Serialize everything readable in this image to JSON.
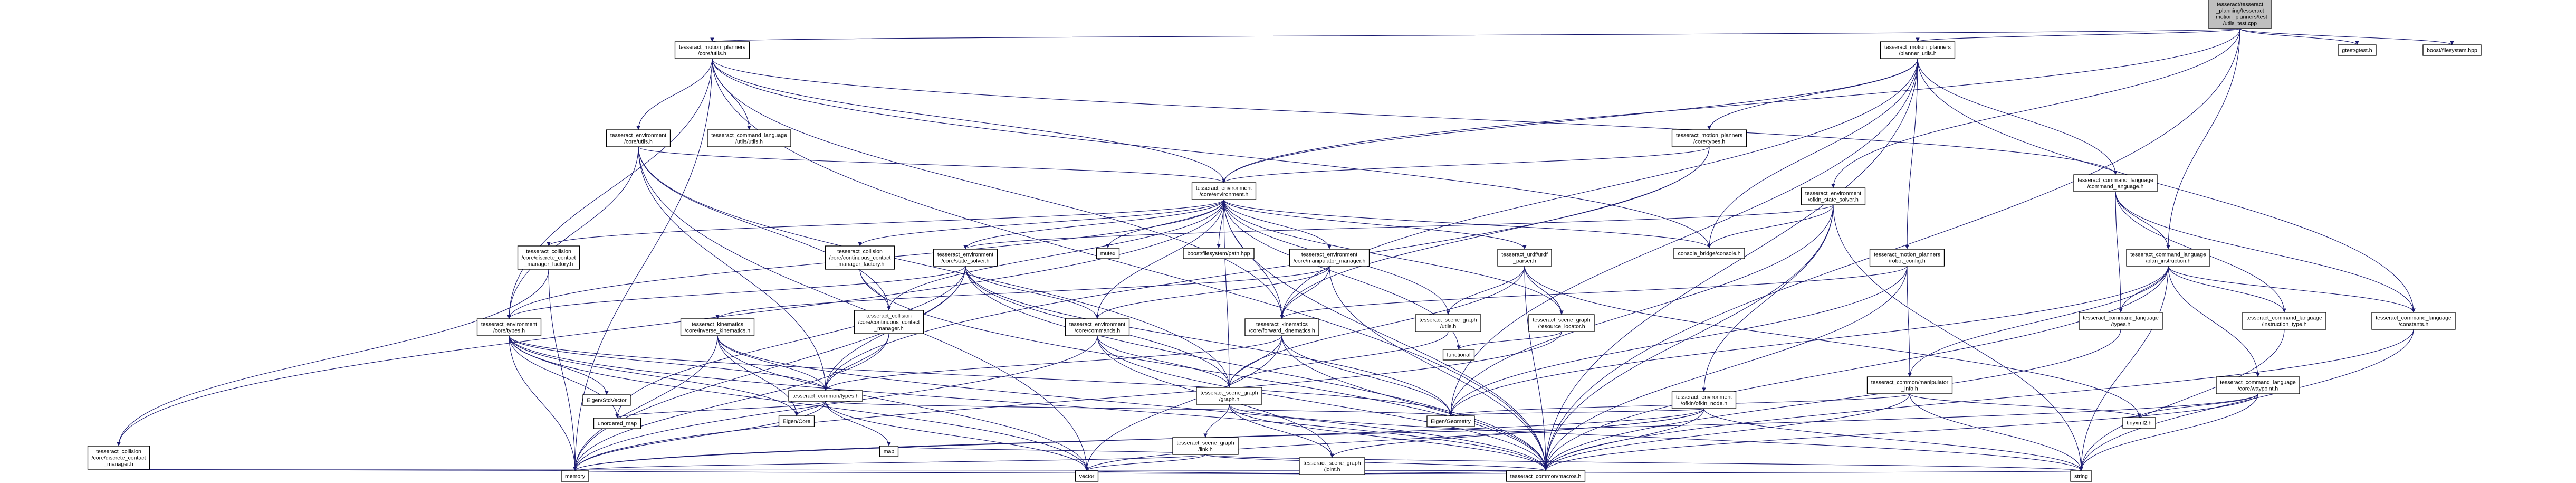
{
  "colors": {
    "edge": "#191970",
    "red_border": "#ff0000",
    "gray_border": "#bfbfbf",
    "root_fill": "#bfbfbf",
    "fill": "#ffffff"
  },
  "nodes": [
    {
      "id": "root",
      "lines": [
        "tesseract/tesseract",
        "_planning/tesseract",
        "_motion_planners/test",
        "/utils_test.cpp"
      ],
      "style": "root"
    },
    {
      "id": "mp_core_utils",
      "lines": [
        "tesseract_motion_planners",
        "/core/utils.h"
      ],
      "style": "black"
    },
    {
      "id": "mp_planner_utils",
      "lines": [
        "tesseract_motion_planners",
        "/planner_utils.h"
      ],
      "style": "black"
    },
    {
      "id": "gtest",
      "lines": [
        "gtest/gtest.h"
      ],
      "style": "gray"
    },
    {
      "id": "boost_fs",
      "lines": [
        "boost/filesystem.hpp"
      ],
      "style": "gray"
    },
    {
      "id": "env_core_utils",
      "lines": [
        "tesseract_environment",
        "/core/utils.h"
      ],
      "style": "red"
    },
    {
      "id": "cl_utils",
      "lines": [
        "tesseract_command_language",
        "/utils/utils.h"
      ],
      "style": "red"
    },
    {
      "id": "mp_core_types",
      "lines": [
        "tesseract_motion_planners",
        "/core/types.h"
      ],
      "style": "red"
    },
    {
      "id": "env_ofkin",
      "lines": [
        "tesseract_environment",
        "/ofkin_state_solver.h"
      ],
      "style": "black"
    },
    {
      "id": "cl_command_language",
      "lines": [
        "tesseract_command_language",
        "/command_language.h"
      ],
      "style": "red"
    },
    {
      "id": "env_environment",
      "lines": [
        "tesseract_environment",
        "/core/environment.h"
      ],
      "style": "black"
    },
    {
      "id": "coll_discrete_factory",
      "lines": [
        "tesseract_collision",
        "/core/discrete_contact",
        "_manager_factory.h"
      ],
      "style": "black"
    },
    {
      "id": "coll_continuous_factory",
      "lines": [
        "tesseract_collision",
        "/core/continuous_contact",
        "_manager_factory.h"
      ],
      "style": "black"
    },
    {
      "id": "env_state_solver",
      "lines": [
        "tesseract_environment",
        "/core/state_solver.h"
      ],
      "style": "black"
    },
    {
      "id": "mutex",
      "lines": [
        "mutex"
      ],
      "style": "gray"
    },
    {
      "id": "boost_path",
      "lines": [
        "boost/filesystem/path.hpp"
      ],
      "style": "gray"
    },
    {
      "id": "env_manip_mgr",
      "lines": [
        "tesseract_environment",
        "/core/manipulator_manager.h"
      ],
      "style": "red"
    },
    {
      "id": "urdf_parser",
      "lines": [
        "tesseract_urdf/urdf",
        "_parser.h"
      ],
      "style": "red"
    },
    {
      "id": "console_bridge",
      "lines": [
        "console_bridge/console.h"
      ],
      "style": "gray"
    },
    {
      "id": "mp_robot_config",
      "lines": [
        "tesseract_motion_planners",
        "/robot_config.h"
      ],
      "style": "black"
    },
    {
      "id": "cl_plan_instruction",
      "lines": [
        "tesseract_command_language",
        "/plan_instruction.h"
      ],
      "style": "black"
    },
    {
      "id": "coll_continuous_mgr",
      "lines": [
        "tesseract_collision",
        "/core/continuous_contact",
        "_manager.h"
      ],
      "style": "red"
    },
    {
      "id": "env_commands",
      "lines": [
        "tesseract_environment",
        "/core/commands.h"
      ],
      "style": "red"
    },
    {
      "id": "kin_forward",
      "lines": [
        "tesseract_kinematics",
        "/core/forward_kinematics.h"
      ],
      "style": "red"
    },
    {
      "id": "sg_utils",
      "lines": [
        "tesseract_scene_graph",
        "/utils.h"
      ],
      "style": "red"
    },
    {
      "id": "sg_resource",
      "lines": [
        "tesseract_scene_graph",
        "/resource_locator.h"
      ],
      "style": "red"
    },
    {
      "id": "cl_types",
      "lines": [
        "tesseract_command_language",
        "/types.h"
      ],
      "style": "black"
    },
    {
      "id": "cl_instruction_type",
      "lines": [
        "tesseract_command_language",
        "/instruction_type.h"
      ],
      "style": "black"
    },
    {
      "id": "cl_constants",
      "lines": [
        "tesseract_command_language",
        "/constants.h"
      ],
      "style": "black"
    },
    {
      "id": "env_types",
      "lines": [
        "tesseract_environment",
        "/core/types.h"
      ],
      "style": "black"
    },
    {
      "id": "kin_inverse",
      "lines": [
        "tesseract_kinematics",
        "/core/inverse_kinematics.h"
      ],
      "style": "red"
    },
    {
      "id": "functional",
      "lines": [
        "functional"
      ],
      "style": "gray"
    },
    {
      "id": "common_manip_info",
      "lines": [
        "tesseract_common/manipulator",
        "_info.h"
      ],
      "style": "red"
    },
    {
      "id": "cl_waypoint",
      "lines": [
        "tesseract_command_language",
        "/core/waypoint.h"
      ],
      "style": "red"
    },
    {
      "id": "common_types",
      "lines": [
        "tesseract_common/types.h"
      ],
      "style": "black"
    },
    {
      "id": "sg_graph",
      "lines": [
        "tesseract_scene_graph",
        "/graph.h"
      ],
      "style": "red"
    },
    {
      "id": "env_ofkin_node",
      "lines": [
        "tesseract_environment",
        "/ofkin/ofkin_node.h"
      ],
      "style": "black"
    },
    {
      "id": "eigen_stdvector",
      "lines": [
        "Eigen/StdVector"
      ],
      "style": "gray"
    },
    {
      "id": "unordered_map",
      "lines": [
        "unordered_map"
      ],
      "style": "gray"
    },
    {
      "id": "eigen_core",
      "lines": [
        "Eigen/Core"
      ],
      "style": "gray"
    },
    {
      "id": "eigen_geometry",
      "lines": [
        "Eigen/Geometry"
      ],
      "style": "gray"
    },
    {
      "id": "tinyxml2",
      "lines": [
        "tinyxml2.h"
      ],
      "style": "gray"
    },
    {
      "id": "sg_link",
      "lines": [
        "tesseract_scene_graph",
        "/link.h"
      ],
      "style": "red"
    },
    {
      "id": "coll_discrete_mgr",
      "lines": [
        "tesseract_collision",
        "/core/discrete_contact",
        "_manager.h"
      ],
      "style": "red"
    },
    {
      "id": "map",
      "lines": [
        "map"
      ],
      "style": "gray"
    },
    {
      "id": "sg_joint",
      "lines": [
        "tesseract_scene_graph",
        "/joint.h"
      ],
      "style": "red"
    },
    {
      "id": "memory",
      "lines": [
        "memory"
      ],
      "style": "gray"
    },
    {
      "id": "vector",
      "lines": [
        "vector"
      ],
      "style": "gray"
    },
    {
      "id": "common_macros",
      "lines": [
        "tesseract_common/macros.h"
      ],
      "style": "black"
    },
    {
      "id": "string",
      "lines": [
        "string"
      ],
      "style": "gray"
    }
  ],
  "edges": [
    [
      "root",
      "mp_core_utils"
    ],
    [
      "root",
      "mp_planner_utils"
    ],
    [
      "root",
      "gtest"
    ],
    [
      "root",
      "boost_fs"
    ],
    [
      "root",
      "env_environment"
    ],
    [
      "root",
      "env_ofkin"
    ],
    [
      "root",
      "cl_plan_instruction"
    ],
    [
      "root",
      "common_macros"
    ],
    [
      "mp_core_utils",
      "env_core_utils"
    ],
    [
      "mp_core_utils",
      "cl_utils"
    ],
    [
      "mp_core_utils",
      "env_environment"
    ],
    [
      "mp_core_utils",
      "memory"
    ],
    [
      "mp_core_utils",
      "console_bridge"
    ],
    [
      "mp_core_utils",
      "cl_command_language"
    ],
    [
      "mp_core_utils",
      "env_types"
    ],
    [
      "mp_core_utils",
      "kin_forward"
    ],
    [
      "mp_core_utils",
      "common_macros"
    ],
    [
      "mp_planner_utils",
      "mp_core_types"
    ],
    [
      "mp_planner_utils",
      "cl_command_language"
    ],
    [
      "mp_planner_utils",
      "mp_robot_config"
    ],
    [
      "mp_planner_utils",
      "env_environment"
    ],
    [
      "mp_planner_utils",
      "kin_forward"
    ],
    [
      "mp_planner_utils",
      "eigen_geometry"
    ],
    [
      "mp_planner_utils",
      "cl_constants"
    ],
    [
      "mp_planner_utils",
      "common_macros"
    ],
    [
      "mp_planner_utils",
      "console_bridge"
    ],
    [
      "mp_core_types",
      "env_environment"
    ],
    [
      "mp_core_types",
      "common_types"
    ],
    [
      "mp_core_types",
      "kin_forward"
    ],
    [
      "env_core_utils",
      "env_environment"
    ],
    [
      "env_core_utils",
      "common_types"
    ],
    [
      "env_core_utils",
      "env_types"
    ],
    [
      "env_core_utils",
      "coll_continuous_mgr"
    ],
    [
      "env_core_utils",
      "vector"
    ],
    [
      "env_core_utils",
      "sg_graph"
    ],
    [
      "cl_command_language",
      "cl_plan_instruction"
    ],
    [
      "cl_command_language",
      "cl_types"
    ],
    [
      "cl_command_language",
      "cl_instruction_type"
    ],
    [
      "cl_command_language",
      "cl_constants"
    ],
    [
      "env_ofkin",
      "env_state_solver"
    ],
    [
      "env_ofkin",
      "env_ofkin_node"
    ],
    [
      "env_ofkin",
      "common_macros"
    ],
    [
      "env_ofkin",
      "console_bridge"
    ],
    [
      "env_ofkin",
      "eigen_geometry"
    ],
    [
      "env_ofkin",
      "string"
    ],
    [
      "env_environment",
      "coll_discrete_factory"
    ],
    [
      "env_environment",
      "coll_continuous_factory"
    ],
    [
      "env_environment",
      "env_state_solver"
    ],
    [
      "env_environment",
      "mutex"
    ],
    [
      "env_environment",
      "boost_path"
    ],
    [
      "env_environment",
      "env_manip_mgr"
    ],
    [
      "env_environment",
      "urdf_parser"
    ],
    [
      "env_environment",
      "console_bridge"
    ],
    [
      "env_environment",
      "env_commands"
    ],
    [
      "env_environment",
      "kin_forward"
    ],
    [
      "env_environment",
      "sg_utils"
    ],
    [
      "env_environment",
      "sg_resource"
    ],
    [
      "env_environment",
      "env_types"
    ],
    [
      "env_environment",
      "coll_continuous_mgr"
    ],
    [
      "env_environment",
      "coll_discrete_mgr"
    ],
    [
      "env_environment",
      "sg_graph"
    ],
    [
      "env_environment",
      "common_macros"
    ],
    [
      "env_environment",
      "functional"
    ],
    [
      "coll_discrete_factory",
      "coll_discrete_mgr"
    ],
    [
      "coll_discrete_factory",
      "memory"
    ],
    [
      "coll_continuous_factory",
      "coll_continuous_mgr"
    ],
    [
      "coll_continuous_factory",
      "common_macros"
    ],
    [
      "env_state_solver",
      "env_types"
    ],
    [
      "env_state_solver",
      "env_commands"
    ],
    [
      "env_state_solver",
      "eigen_geometry"
    ],
    [
      "env_state_solver",
      "sg_graph"
    ],
    [
      "env_state_solver",
      "unordered_map"
    ],
    [
      "env_state_solver",
      "memory"
    ],
    [
      "env_state_solver",
      "common_types"
    ],
    [
      "env_state_solver",
      "common_macros"
    ],
    [
      "env_manip_mgr",
      "env_commands"
    ],
    [
      "env_manip_mgr",
      "kin_forward"
    ],
    [
      "env_manip_mgr",
      "kin_inverse"
    ],
    [
      "env_manip_mgr",
      "common_macros"
    ],
    [
      "urdf_parser",
      "sg_graph"
    ],
    [
      "urdf_parser",
      "sg_resource"
    ],
    [
      "urdf_parser",
      "tinyxml2"
    ],
    [
      "urdf_parser",
      "common_macros"
    ],
    [
      "urdf_parser",
      "sg_utils"
    ],
    [
      "mp_robot_config",
      "eigen_geometry"
    ],
    [
      "mp_robot_config",
      "kin_forward"
    ],
    [
      "mp_robot_config",
      "common_manip_info"
    ],
    [
      "mp_robot_config",
      "common_macros"
    ],
    [
      "cl_plan_instruction",
      "cl_types"
    ],
    [
      "cl_plan_instruction",
      "cl_instruction_type"
    ],
    [
      "cl_plan_instruction",
      "cl_constants"
    ],
    [
      "cl_plan_instruction",
      "cl_waypoint"
    ],
    [
      "cl_plan_instruction",
      "common_manip_info"
    ],
    [
      "cl_plan_instruction",
      "eigen_geometry"
    ],
    [
      "cl_plan_instruction",
      "string"
    ],
    [
      "cl_plan_instruction",
      "common_macros"
    ],
    [
      "coll_continuous_mgr",
      "common_types"
    ],
    [
      "coll_continuous_mgr",
      "memory"
    ],
    [
      "env_commands",
      "sg_graph"
    ],
    [
      "env_commands",
      "sg_joint"
    ],
    [
      "env_commands",
      "common_macros"
    ],
    [
      "env_commands",
      "memory"
    ],
    [
      "kin_forward",
      "sg_graph"
    ],
    [
      "kin_forward",
      "common_types"
    ],
    [
      "kin_forward",
      "vector"
    ],
    [
      "kin_forward",
      "common_macros"
    ],
    [
      "kin_forward",
      "eigen_geometry"
    ],
    [
      "sg_utils",
      "sg_graph"
    ],
    [
      "sg_resource",
      "functional"
    ],
    [
      "sg_resource",
      "memory"
    ],
    [
      "cl_types",
      "common_macros"
    ],
    [
      "cl_instruction_type",
      "string"
    ],
    [
      "cl_constants",
      "string"
    ],
    [
      "cl_constants",
      "common_macros"
    ],
    [
      "env_types",
      "eigen_stdvector"
    ],
    [
      "env_types",
      "unordered_map"
    ],
    [
      "env_types",
      "eigen_core"
    ],
    [
      "env_types",
      "eigen_geometry"
    ],
    [
      "env_types",
      "common_types"
    ],
    [
      "env_types",
      "vector"
    ],
    [
      "env_types",
      "memory"
    ],
    [
      "env_types",
      "common_macros"
    ],
    [
      "kin_inverse",
      "common_types"
    ],
    [
      "kin_inverse",
      "eigen_core"
    ],
    [
      "kin_inverse",
      "vector"
    ],
    [
      "kin_inverse",
      "memory"
    ],
    [
      "kin_inverse",
      "common_macros"
    ],
    [
      "common_manip_info",
      "tinyxml2"
    ],
    [
      "common_manip_info",
      "eigen_geometry"
    ],
    [
      "common_manip_info",
      "common_macros"
    ],
    [
      "common_manip_info",
      "string"
    ],
    [
      "cl_waypoint",
      "tinyxml2"
    ],
    [
      "cl_waypoint",
      "string"
    ],
    [
      "cl_waypoint",
      "common_macros"
    ],
    [
      "cl_waypoint",
      "memory"
    ],
    [
      "common_types",
      "unordered_map"
    ],
    [
      "common_types",
      "eigen_core"
    ],
    [
      "common_types",
      "map"
    ],
    [
      "common_types",
      "vector"
    ],
    [
      "common_types",
      "memory"
    ],
    [
      "common_types",
      "eigen_geometry"
    ],
    [
      "sg_graph",
      "sg_link"
    ],
    [
      "sg_graph",
      "sg_joint"
    ],
    [
      "sg_graph",
      "common_macros"
    ],
    [
      "sg_graph",
      "string"
    ],
    [
      "env_ofkin_node",
      "sg_joint"
    ],
    [
      "env_ofkin_node",
      "eigen_geometry"
    ],
    [
      "env_ofkin_node",
      "vector"
    ],
    [
      "env_ofkin_node",
      "memory"
    ],
    [
      "env_ofkin_node",
      "common_macros"
    ],
    [
      "env_ofkin_node",
      "string"
    ],
    [
      "sg_link",
      "map"
    ],
    [
      "sg_link",
      "memory"
    ],
    [
      "sg_link",
      "vector"
    ],
    [
      "sg_link",
      "common_macros"
    ],
    [
      "sg_link",
      "string"
    ],
    [
      "coll_discrete_mgr",
      "common_macros"
    ],
    [
      "coll_discrete_mgr",
      "memory"
    ],
    [
      "sg_joint",
      "memory"
    ],
    [
      "sg_joint",
      "vector"
    ],
    [
      "sg_joint",
      "common_macros"
    ],
    [
      "sg_joint",
      "string"
    ]
  ]
}
